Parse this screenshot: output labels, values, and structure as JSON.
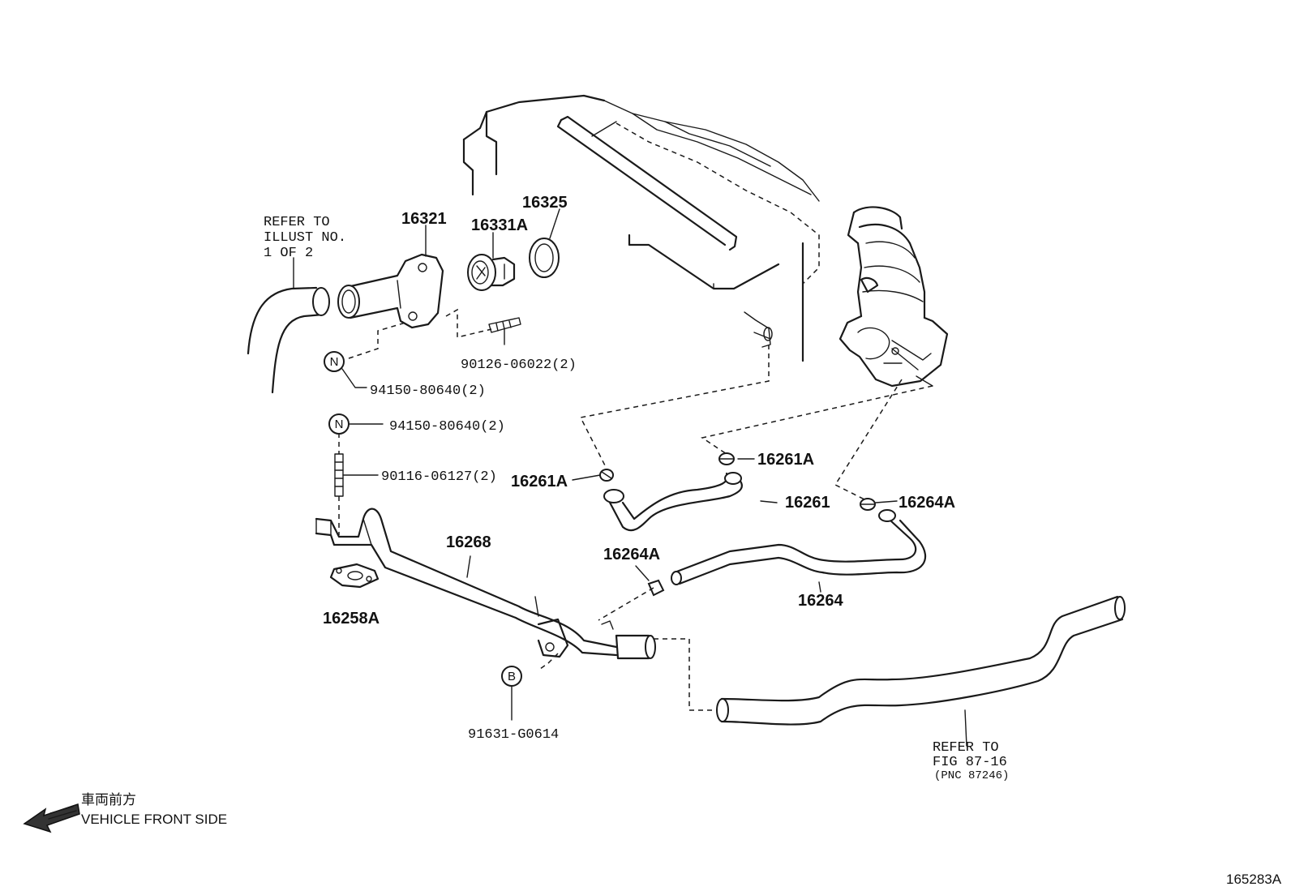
{
  "callouts": {
    "p16321": "16321",
    "p16325": "16325",
    "p16331a": "16331A",
    "p90126": "90126-06022(2)",
    "p94150_top": "94150-80640(2)",
    "p94150_mid": "94150-80640(2)",
    "p90116": "90116-06127(2)",
    "p16268": "16268",
    "p16258a": "16258A",
    "p91631": "91631-G0614",
    "p16261a_left": "16261A",
    "p16261a_right": "16261A",
    "p16261": "16261",
    "p16264a_upper": "16264A",
    "p16264a_lower": "16264A",
    "p16264": "16264"
  },
  "symbols": {
    "n_top": "N",
    "n_mid": "N",
    "b": "B"
  },
  "notes": {
    "refer_illust": [
      "REFER TO",
      "ILLUST NO.",
      "1 OF 2"
    ],
    "refer_fig": [
      "REFER TO",
      "FIG 87-16",
      "(PNC 87246)"
    ]
  },
  "legend": {
    "jp": "車両前方",
    "en": "VEHICLE FRONT SIDE"
  },
  "figure_id": "165283A"
}
